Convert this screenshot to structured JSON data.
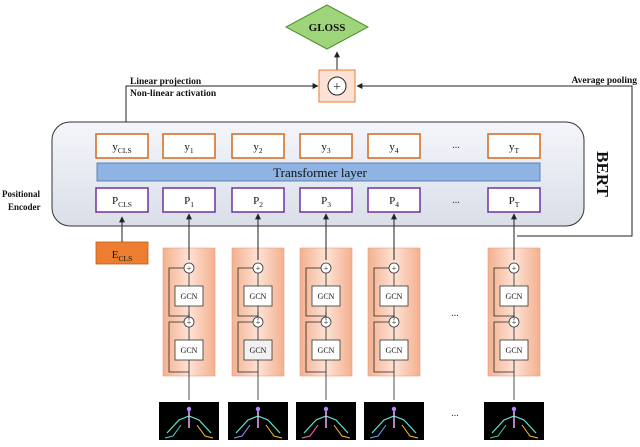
{
  "output": {
    "label": "GLOSS"
  },
  "sum_symbol": "+",
  "annotations": {
    "linear_projection": "Linear projection",
    "nonlinear_activation": "Non-linear activation",
    "average_pooling": "Average pooling",
    "positional_encoder_1": "Positional",
    "positional_encoder_2": "Encoder"
  },
  "bert": {
    "title": "BERT",
    "transformer_label": "Transformer layer",
    "y_tokens": [
      {
        "base": "y",
        "sub": "CLS"
      },
      {
        "base": "y",
        "sub": "1"
      },
      {
        "base": "y",
        "sub": "2"
      },
      {
        "base": "y",
        "sub": "3"
      },
      {
        "base": "y",
        "sub": "4"
      },
      {
        "base": "y",
        "sub": "T"
      }
    ],
    "p_tokens": [
      {
        "base": "P",
        "sub": "CLS"
      },
      {
        "base": "P",
        "sub": "1"
      },
      {
        "base": "P",
        "sub": "2"
      },
      {
        "base": "P",
        "sub": "3"
      },
      {
        "base": "P",
        "sub": "4"
      },
      {
        "base": "P",
        "sub": "T"
      }
    ],
    "ellipsis": "..."
  },
  "cls_embedding": {
    "base": "E",
    "sub": "CLS"
  },
  "gcn": {
    "label": "GCN",
    "plus": "+",
    "ellipsis": "..."
  },
  "colors": {
    "gloss_fill": "#9fd57a",
    "gloss_stroke": "#4f8f2f",
    "y_stroke": "#d2691e",
    "p_stroke": "#7030a0",
    "transformer_fill": "#8fb4e3",
    "bert_fill": "#e7ebf2",
    "cls_fill": "#ed7d31",
    "gcn_column_fill": "#f8cbad",
    "sum_fill": "#fbe2d5"
  }
}
